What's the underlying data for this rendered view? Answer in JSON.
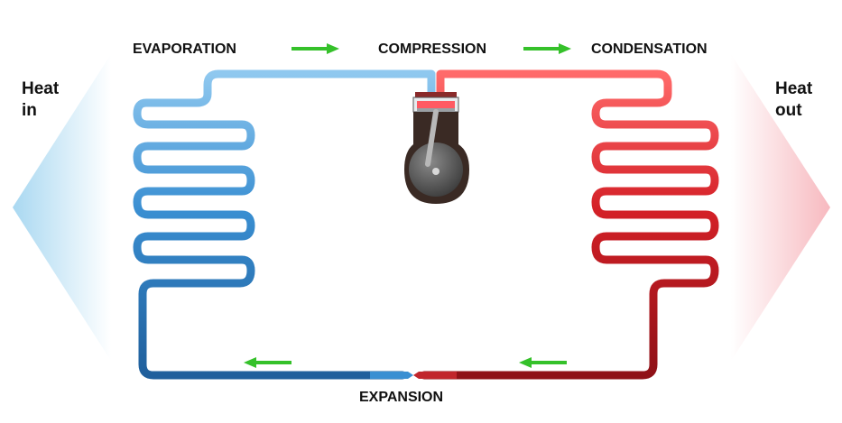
{
  "labels": {
    "evaporation": "EVAPORATION",
    "compression": "COMPRESSION",
    "condensation": "CONDENSATION",
    "expansion": "EXPANSION",
    "heat_in_line1": "Heat",
    "heat_in_line2": "in",
    "heat_out_line1": "Heat",
    "heat_out_line2": "out"
  },
  "colors": {
    "cold": "#3a8fd2",
    "hot": "#d42027",
    "flow_arrow": "#35c12a",
    "heat_in_arrow": "#bfe2f5",
    "heat_out_arrow": "#f9cfd2",
    "compressor_body": "#3a2a24",
    "compressor_flywheel": "#666666"
  },
  "icons": {
    "flow": "flow-direction-arrow-icon",
    "compressor": "compressor-icon"
  }
}
